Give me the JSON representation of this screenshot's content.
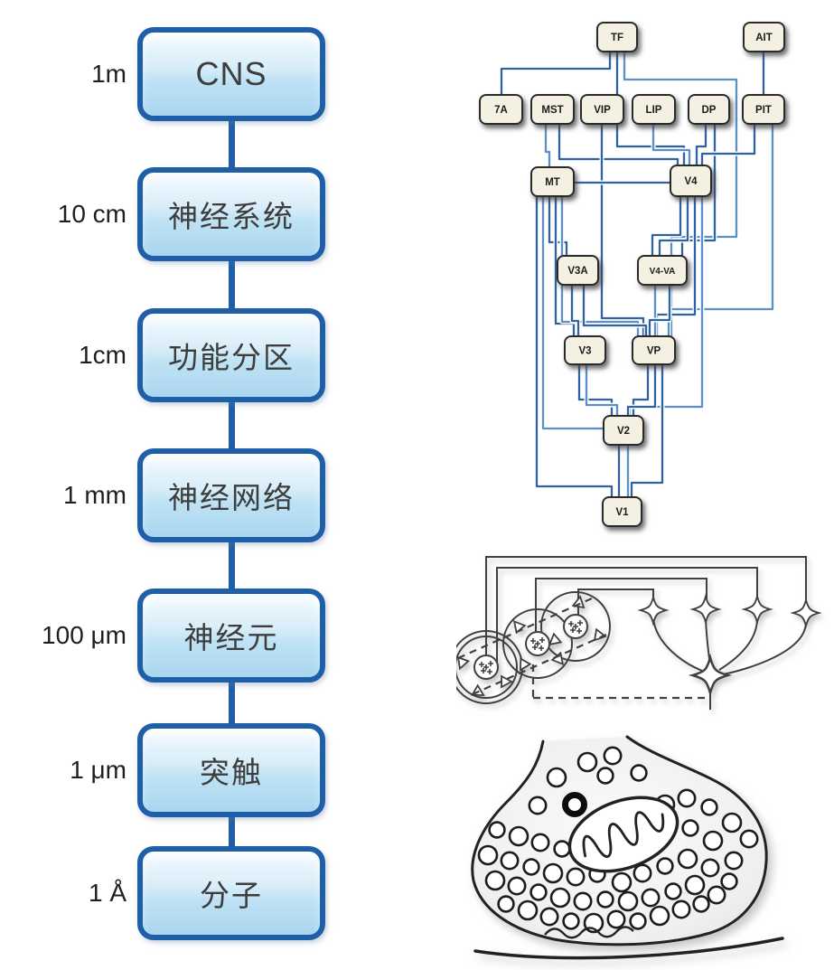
{
  "flowchart": {
    "items": [
      {
        "scale": "1m",
        "label": "CNS"
      },
      {
        "scale": "10 cm",
        "label": "神经系统"
      },
      {
        "scale": "1cm",
        "label": "功能分区"
      },
      {
        "scale": "1 mm",
        "label": "神经网络"
      },
      {
        "scale": "100 μm",
        "label": "神经元"
      },
      {
        "scale": "1 μm",
        "label": "突触"
      },
      {
        "scale": "1 Å",
        "label": "分子"
      }
    ],
    "colors": {
      "box_border": "#1e5fa8",
      "box_fill_top": "#eef8fe",
      "box_fill_bottom": "#a9d6ef",
      "connector": "#1e5fa8",
      "label_text": "#1f1f1f",
      "box_text": "#3d3d3d"
    }
  },
  "hierarchy": {
    "nodes": [
      "TF",
      "AIT",
      "7A",
      "MST",
      "VIP",
      "LIP",
      "DP",
      "PIT",
      "MT",
      "V4",
      "V3A",
      "V4-VA",
      "V3",
      "VP",
      "V2",
      "V1"
    ],
    "edges": [
      [
        "TF",
        "7A"
      ],
      [
        "TF",
        "VP"
      ],
      [
        "TF",
        "V4"
      ],
      [
        "AIT",
        "PIT"
      ],
      [
        "MST",
        "MT"
      ],
      [
        "MST",
        "V4"
      ],
      [
        "VIP",
        "VP"
      ],
      [
        "LIP",
        "V4"
      ],
      [
        "DP",
        "V4"
      ],
      [
        "DP",
        "V4-VA"
      ],
      [
        "PIT",
        "V4"
      ],
      [
        "PIT",
        "VP"
      ],
      [
        "MT",
        "V4"
      ],
      [
        "MT",
        "V1"
      ],
      [
        "MT",
        "V2"
      ],
      [
        "MT",
        "V3A"
      ],
      [
        "MT",
        "V3"
      ],
      [
        "MT",
        "VP"
      ],
      [
        "V4",
        "V4-VA"
      ],
      [
        "V4",
        "V4-VA"
      ],
      [
        "V4",
        "VP"
      ],
      [
        "V4",
        "V2"
      ],
      [
        "V3A",
        "V3"
      ],
      [
        "V3A",
        "VP"
      ],
      [
        "V4-VA",
        "VP"
      ],
      [
        "V4-VA",
        "VP"
      ],
      [
        "V3",
        "V2"
      ],
      [
        "V3",
        "V2"
      ],
      [
        "VP",
        "V2"
      ],
      [
        "VP",
        "V2"
      ],
      [
        "V2",
        "V1"
      ],
      [
        "V2",
        "V1"
      ],
      [
        "VP",
        "V1"
      ]
    ],
    "colors": {
      "node_fill": "#f4f1e2",
      "node_border": "#2b2b2b",
      "node_text": "#1b1b1b",
      "wire_dark": "#2f62a0",
      "wire_light": "#5c8fc7"
    }
  }
}
